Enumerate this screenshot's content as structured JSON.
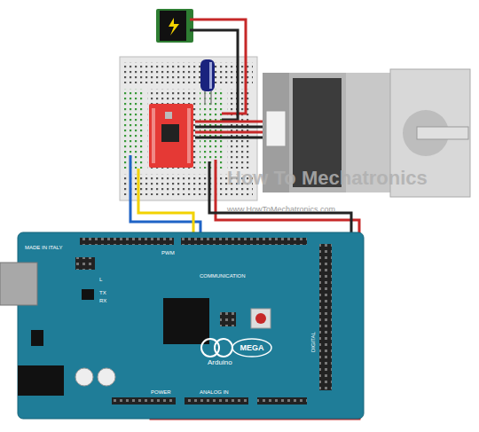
{
  "diagram": {
    "nodes": [
      {
        "text": [
          "MADE IN ITALY",
          "PWM",
          "COMMUNICATION",
          "L",
          "TX",
          "RX",
          "MEGA",
          "Arduino",
          "POWER",
          "ANALOG IN",
          "DIGITAL"
        ]
      }
    ],
    "labels": [
      "How To Mechatronics",
      "www.HowToMechatronics.com"
    ]
  }
}
